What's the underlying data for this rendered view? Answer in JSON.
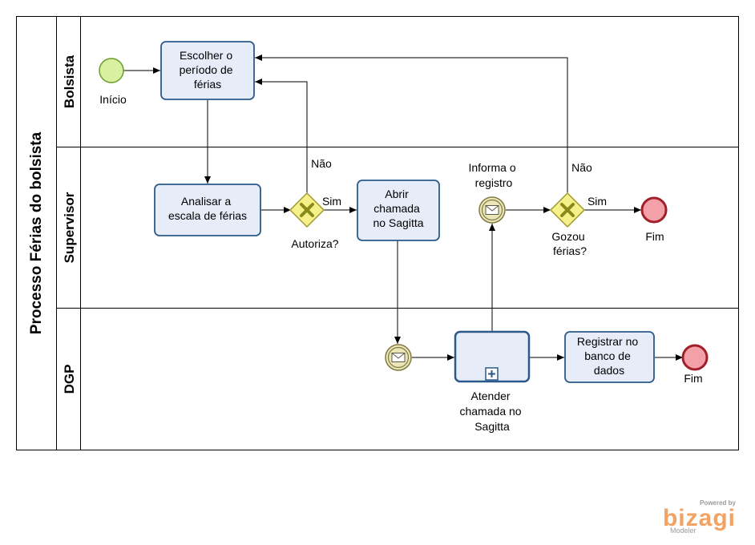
{
  "pool": {
    "title": "Processo  Férias do bolsista"
  },
  "lanes": [
    "Bolsista",
    "Supervisor",
    "DGP"
  ],
  "tasks": {
    "escolher": [
      "Escolher o",
      "período de",
      "férias"
    ],
    "analisar": [
      "Analisar a",
      "escala de férias"
    ],
    "abrir": [
      "Abrir",
      "chamada",
      "no Sagitta"
    ],
    "atender": [
      "Atender",
      "chamada no",
      "Sagitta"
    ],
    "registrar": [
      "Registrar no",
      "banco de",
      "dados"
    ]
  },
  "events": {
    "start_label": "Início",
    "end_label_supervisor": "Fim",
    "end_label_dgp": "Fim",
    "informa_label": [
      "Informa o",
      "registro"
    ]
  },
  "gateways": {
    "autoriza": "Autoriza?",
    "gozou": [
      "Gozou",
      "férias?"
    ]
  },
  "flow_labels": {
    "autoriza_sim": "Sim",
    "autoriza_nao": "Não",
    "gozou_sim": "Sim",
    "gozou_nao": "Não"
  },
  "colors": {
    "task_fill": "#e6ecf8",
    "task_stroke": "#2b5a8a",
    "start_fill": "#d8f0a0",
    "start_stroke": "#6a9a2a",
    "end_fill": "#f4a0a8",
    "end_stroke": "#a0202a",
    "gateway_fill": "#f6f08a",
    "gateway_stroke": "#a09a30",
    "gateway_mark": "#8a8a1a",
    "message_fill": "#eae6b8",
    "message_stroke": "#807a40"
  },
  "brand": {
    "powered": "Powered by",
    "name": "bizagi",
    "sub": "Modeler"
  }
}
